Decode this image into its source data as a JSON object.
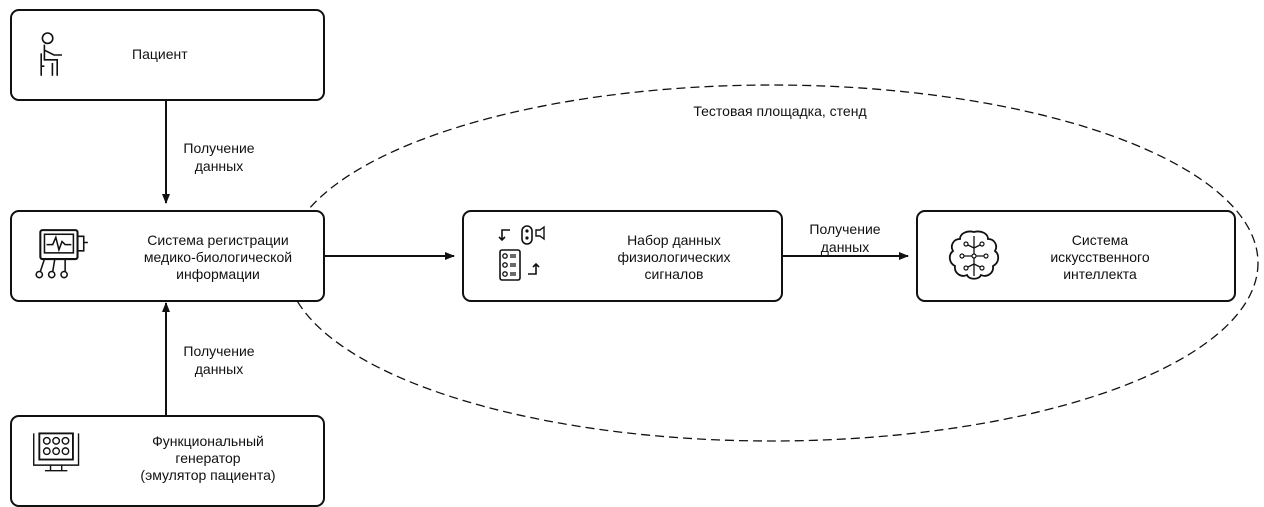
{
  "nodes": {
    "patient": {
      "label": "Пациент",
      "icon": "patient-icon"
    },
    "registration_system": {
      "label_lines": [
        "Система регистрации",
        "медико-биологической",
        "информации"
      ],
      "icon": "monitor-icon"
    },
    "dataset": {
      "label_lines": [
        "Набор данных",
        "физиологических",
        "сигналов"
      ],
      "icon": "dataset-icon"
    },
    "ai_system": {
      "label_lines": [
        "Система",
        "искусственного",
        "интеллекта"
      ],
      "icon": "brain-icon"
    },
    "generator": {
      "label_lines": [
        "Функциональный",
        "генератор",
        "(эмулятор пациента)"
      ],
      "icon": "generator-icon"
    }
  },
  "region": {
    "label": "Тестовая площадка, стенд"
  },
  "edges": {
    "patient_to_registration": {
      "label_lines": [
        "Получение",
        "данных"
      ]
    },
    "generator_to_registration": {
      "label_lines": [
        "Получение",
        "данных"
      ]
    },
    "dataset_to_ai": {
      "label_lines": [
        "Получение",
        "данных"
      ]
    }
  },
  "colors": {
    "stroke": "#111111",
    "background": "#ffffff"
  }
}
